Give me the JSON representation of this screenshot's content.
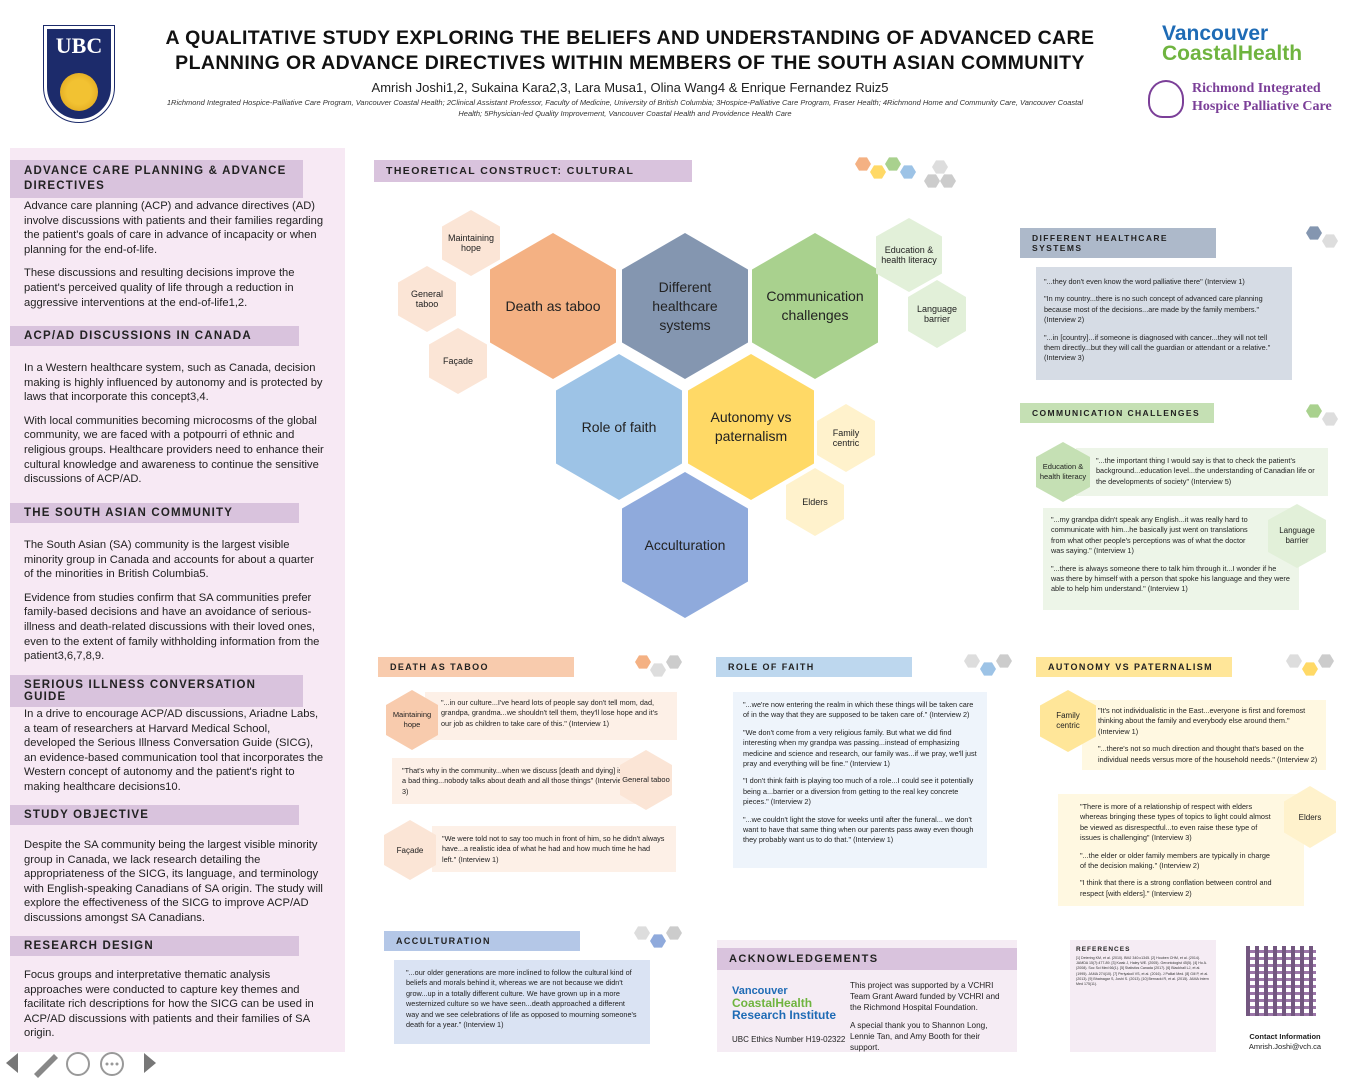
{
  "header": {
    "title_line1": "A QUALITATIVE STUDY EXPLORING THE BELIEFS AND UNDERSTANDING OF ADVANCED CARE",
    "title_line2": "PLANNING OR ADVANCE DIRECTIVES WITHIN MEMBERS OF THE SOUTH ASIAN COMMUNITY",
    "authors": "Amrish Joshi1,2, Sukaina Kara2,3, Lara Musa1, Olina Wang4 & Enrique Fernandez Ruiz5",
    "affiliations": "1Richmond Integrated Hospice-Palliative Care Program, Vancouver Coastal Health; 2Clinical Assistant Professor, Faculty of Medicine, University of British Columbia; 3Hospice-Palliative Care Program, Fraser Health; 4Richmond Home and Community Care, Vancouver Coastal Health; 5Physician-led Quality Improvement, Vancouver Coastal Health and Providence Health Care",
    "ubc_logo": "UBC",
    "vch_logo_line1": "Vancouver",
    "vch_logo_line2": "CoastalHealth",
    "rih_line1": "Richmond Integrated",
    "rih_line2": "Hospice Palliative Care"
  },
  "left": {
    "acp_heading": "ADVANCE CARE PLANNING & ADVANCE DIRECTIVES",
    "acp_p1": "Advance care planning (ACP) and advance directives (AD) involve discussions with patients and their families regarding the patient's goals of care in advance of incapacity or when planning for the end-of-life.",
    "acp_p2": "These discussions and resulting decisions improve the patient's perceived quality of life through a reduction in aggressive interventions at the end-of-life1,2.",
    "canada_heading": "ACP/AD DISCUSSIONS IN CANADA",
    "canada_p1": "In a Western healthcare system, such as Canada, decision making is highly influenced by autonomy and is protected by laws that incorporate this concept3,4.",
    "canada_p2": "With local communities becoming microcosms of the global community, we are faced with a potpourri of ethnic and religious groups. Healthcare providers need to enhance their cultural knowledge and awareness to continue the sensitive discussions of ACP/AD.",
    "sa_heading": "THE SOUTH ASIAN COMMUNITY",
    "sa_p1": "The South Asian (SA) community is the largest visible minority group in Canada and accounts for about a quarter of the minorities in British Columbia5.",
    "sa_p2": "Evidence from studies confirm that SA communities prefer family-based decisions and have an avoidance of serious-illness and death-related discussions with their loved ones, even to the extent of family withholding information from the patient3,6,7,8,9.",
    "sicg_heading": "SERIOUS ILLNESS CONVERSATION GUIDE",
    "sicg_p1": "In a drive to encourage ACP/AD discussions, Ariadne Labs, a team of researchers at Harvard Medical School, developed the Serious Illness Conversation Guide (SICG), an evidence-based communication tool that incorporates the Western concept of autonomy and the patient's right to making healthcare decisions10.",
    "obj_heading": "STUDY OBJECTIVE",
    "obj_p1": "Despite the SA community being the largest visible minority group in Canada, we lack research detailing the appropriateness of the SICG, its language, and terminology with English-speaking Canadians of SA origin. The study will explore the effectiveness of the SICG to improve ACP/AD discussions amongst SA Canadians.",
    "rd_heading": "RESEARCH DESIGN",
    "rd_p1": "Focus groups and interpretative thematic analysis approaches were conducted to capture key themes and facilitate rich descriptions for how the SICG can be used in ACP/AD discussions with patients and their families of SA origin."
  },
  "construct": {
    "heading": "THEORETICAL CONSTRUCT: CULTURAL",
    "death": "Death as taboo",
    "systems": "Different healthcare systems",
    "comm": "Communication challenges",
    "faith": "Role of faith",
    "autonomy": "Autonomy vs paternalism",
    "accult": "Acculturation",
    "maint": "Maintaining hope",
    "taboo": "General taboo",
    "facade": "Façade",
    "edu": "Education & health literacy",
    "lang": "Language barrier",
    "family": "Family centric",
    "elders": "Elders"
  },
  "systems_box": {
    "heading": "DIFFERENT HEALTHCARE SYSTEMS",
    "q1": "\"...they don't even know the word palliative there\" (Interview 1)",
    "q2": "\"In my country...there is no such concept of advanced care planning because most of the decisions...are made by the family members.\" (Interview 2)",
    "q3": "\"...in [country]...if someone is diagnosed with cancer...they will not tell them directly...but they will call the guardian or attendant or a relative.\" (Interview 3)"
  },
  "comm_box": {
    "heading": "COMMUNICATION CHALLENGES",
    "edu_label": "Education & health literacy",
    "q1": "\"...the important thing I would say is that to check the patient's background...education level...the understanding of Canadian life or the developments of society\" (Interview 5)",
    "lang_label": "Language barrier",
    "q2": "\"...my grandpa didn't speak any English...it was really hard to communicate with him...he basically just went on translations from what other people's perceptions was of what the doctor was saying.\" (Interview 1)",
    "q3": "\"...there is always someone there to talk him through it...I wonder if he was there by himself with a person that spoke his language and they were able to help him understand.\" (Interview 1)"
  },
  "death_box": {
    "heading": "DEATH AS TABOO",
    "maint_label": "Maintaining hope",
    "q1": "\"...in our culture...I've heard lots of people say don't tell mom, dad, grandpa, grandma...we shouldn't tell them, they'll lose hope and it's our job as children to take care of this.\" (Interview 1)",
    "taboo_label": "General taboo",
    "q2": "\"That's why in the community...when we discuss [death and dying] is a bad thing...nobody talks about death and all those things\" (Interview 3)",
    "facade_label": "Façade",
    "q3": "\"We were told not to say too much in front of him, so he didn't always have...a realistic idea of what he had and how much time he had left.\" (Interview 1)"
  },
  "faith_box": {
    "heading": "ROLE OF FAITH",
    "q1": "\"...we're now entering the realm in which these things will be taken care of in the way that they are supposed to be taken care of.\" (Interview 2)",
    "q2": "\"We don't come from a very religious family. But what we did find interesting when my grandpa was passing...instead of emphasizing medicine and science and research, our family was...if we pray, we'll just pray and everything will be fine.\" (Interview 1)",
    "q3": "\"I don't think faith is playing too much of a role...I could see it potentially being a...barrier or a diversion from getting to the real key concrete pieces.\" (Interview 2)",
    "q4": "\"...we couldn't light the stove for weeks until after the funeral... we don't want to have that same thing when our parents pass away even though they probably want us to do that.\" (Interview 1)"
  },
  "auto_box": {
    "heading": "AUTONOMY VS PATERNALISM",
    "family_label": "Family centric",
    "q1": "\"It's not individualistic in the East...everyone is first and foremost thinking about the family and everybody else around them.\" (Interview 1)",
    "q2": "\"...there's not so much direction and thought that's based on the individual needs versus more of the household needs.\" (Interview 2)",
    "elders_label": "Elders",
    "q3": "\"There is more of a relationship of respect with elders whereas bringing these types of topics to light could almost be viewed as disrespectful...to even raise these type of issues is challenging\" (Interview 3)",
    "q4": "\"...the elder or older family members are typically in charge of the decision making.\" (Interview 2)",
    "q5": "\"I think that there is a strong conflation between control and respect [with elders].\" (Interview 2)"
  },
  "accult_box": {
    "heading": "ACCULTURATION",
    "q1": "\"...our older generations are more inclined to follow the cultural kind of beliefs and morals behind it, whereas we are not because we didn't grow...up in a totally different culture. We have grown up in a more westernized culture so we have seen...death approached a different way and we see celebrations of life as opposed to mourning someone's death for a year.\" (Interview 1)"
  },
  "ack": {
    "heading": "ACKNOWLEDGEMENTS",
    "logo1": "Vancouver",
    "logo2": "CoastalHealth",
    "logo3": "Research Institute",
    "ethics": "UBC Ethics Number H19-02322",
    "p1": "This project was supported by a VCHRI Team Grant Award funded by VCHRI and the Richmond Hospital Foundation.",
    "p2": "A special thank you to Shannon Long, Lennie Tan, and Amy Booth for their support."
  },
  "refs": {
    "heading": "REFERENCES",
    "body": "[1] Detering KM, et al. (2010). BMJ 340:c1345. [2] Houben CHM, et al. (2014). JAMDA 15(7):477-89. [3] Kwak J, Haley WE. (2005). Gerontologist 45(5). [4] Ho A. (2008). Soc Sci Med 66(1). [5] Statistics Canada (2017). [6] Blackhall LJ, et al. (1995). JAMA 274(10). [7] Periyakoil VS, et al. (2016). J Palliat Med. [8] Gill P, et al. (2013). [9] Bhatnagar S, Joshi S. (2013). [10] Bernacki R, et al. (2015). JAMA Intern Med 175(11)."
  },
  "contact": {
    "label": "Contact Information",
    "email": "Amrish.Joshi@vch.ca"
  },
  "colors": {
    "death": "#f4b183",
    "systems": "#8496b0",
    "comm": "#a9d18e",
    "faith": "#9dc3e6",
    "autonomy": "#ffd966",
    "accult": "#8faadc",
    "death_light": "#fbe5d6",
    "comm_light": "#e2f0d9",
    "auto_light": "#fff2cc"
  }
}
